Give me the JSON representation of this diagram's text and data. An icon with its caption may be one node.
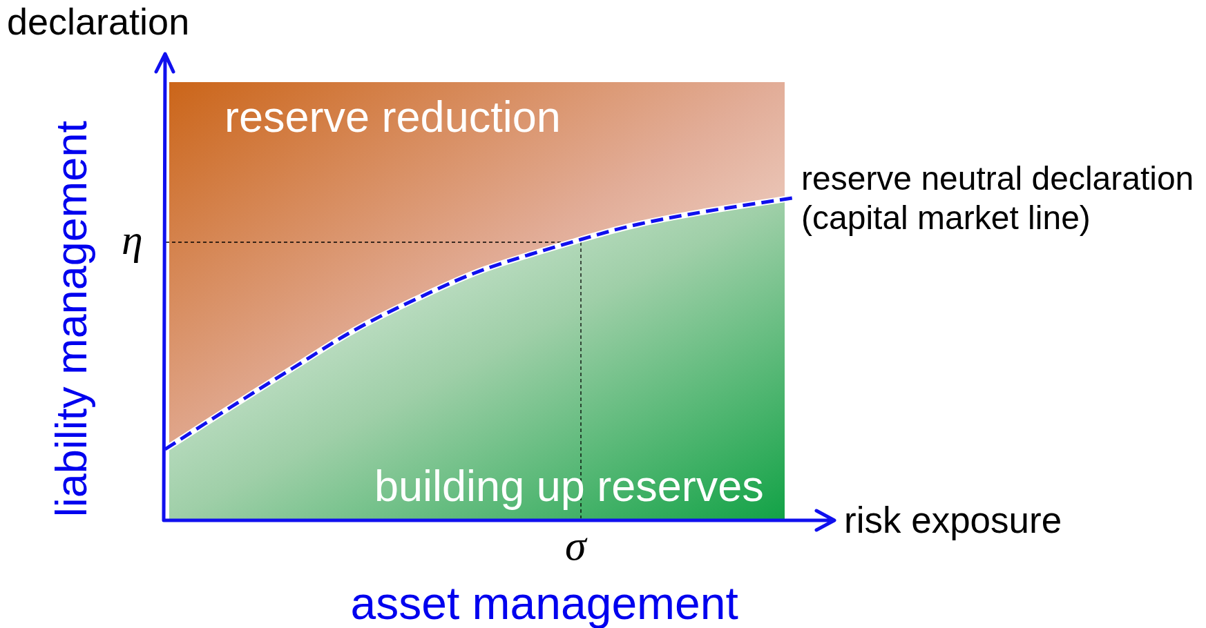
{
  "diagram": {
    "labels": [
      "declaration",
      "reserve reduction",
      "η",
      "liability management",
      "reserve neutral declaration (capital market line)",
      "building up reserves",
      "risk exposure",
      "σ",
      "asset management"
    ]
  }
}
